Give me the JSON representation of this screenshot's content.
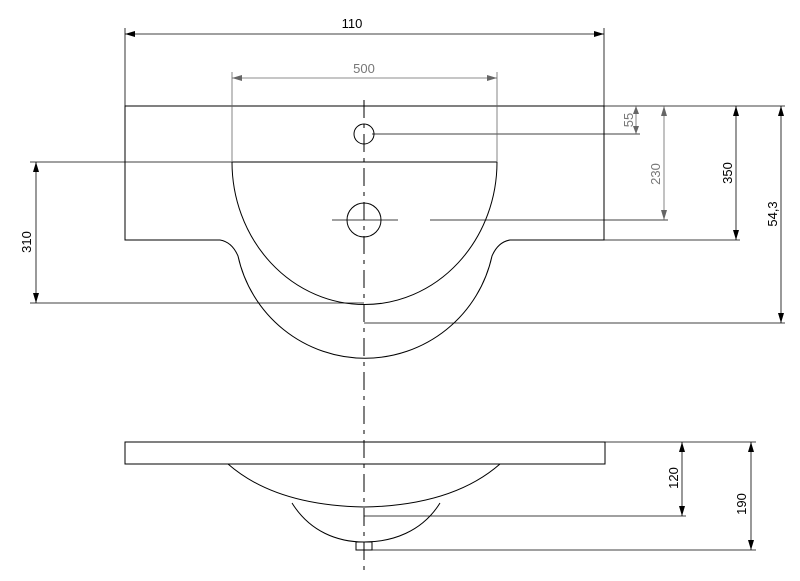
{
  "dimensions": {
    "overall_width": "110",
    "basin_width": "500",
    "tap_hole_offset": "55",
    "drain_offset": "230",
    "deck_depth": "350",
    "total_depth": "54,3",
    "bowl_depth": "310",
    "bowl_height": "120",
    "total_height": "190"
  }
}
